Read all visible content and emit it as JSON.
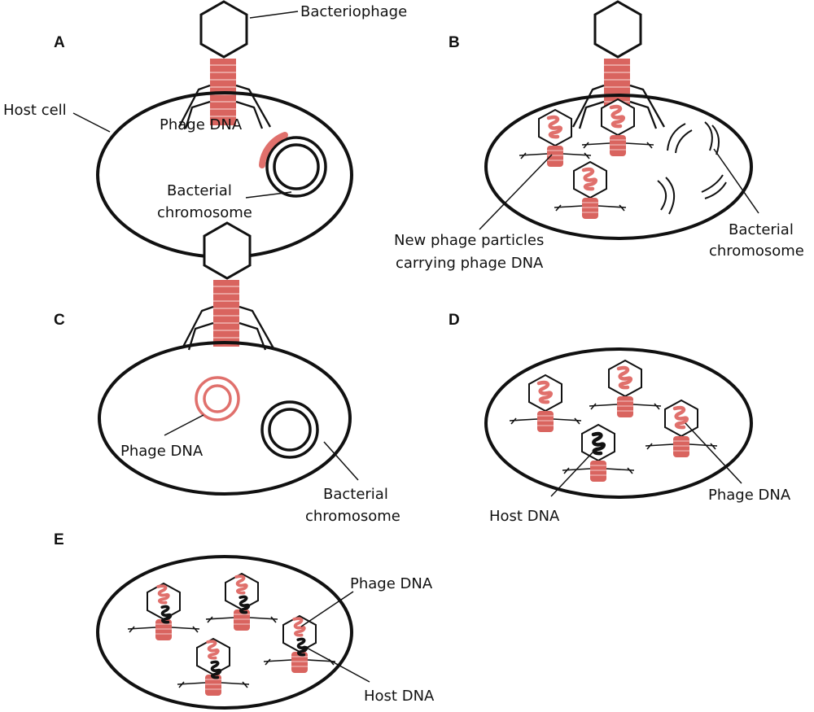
{
  "colors": {
    "ink": "#111111",
    "phage_dna": "#e0706c",
    "tail_fill": "#d9645f",
    "background": "#ffffff"
  },
  "panels": {
    "a": {
      "letter": "A",
      "bacteriophage": "Bacteriophage",
      "host_cell": "Host cell",
      "phage_dna": "Phage DNA",
      "bacterial_1": "Bacterial",
      "bacterial_2": "chromosome"
    },
    "b": {
      "letter": "B",
      "new_1": "New phage particles",
      "new_2": "carrying phage DNA",
      "bacterial_1": "Bacterial",
      "bacterial_2": "chromosome"
    },
    "c": {
      "letter": "C",
      "phage_dna": "Phage DNA",
      "bacterial_1": "Bacterial",
      "bacterial_2": "chromosome"
    },
    "d": {
      "letter": "D",
      "host_dna": "Host DNA",
      "phage_dna": "Phage DNA"
    },
    "e": {
      "letter": "E",
      "phage_dna": "Phage DNA",
      "host_dna": "Host DNA"
    }
  },
  "icons": [
    "bacteriophage-icon",
    "phage-particle-icon",
    "host-cell-icon",
    "circular-dna-icon"
  ]
}
